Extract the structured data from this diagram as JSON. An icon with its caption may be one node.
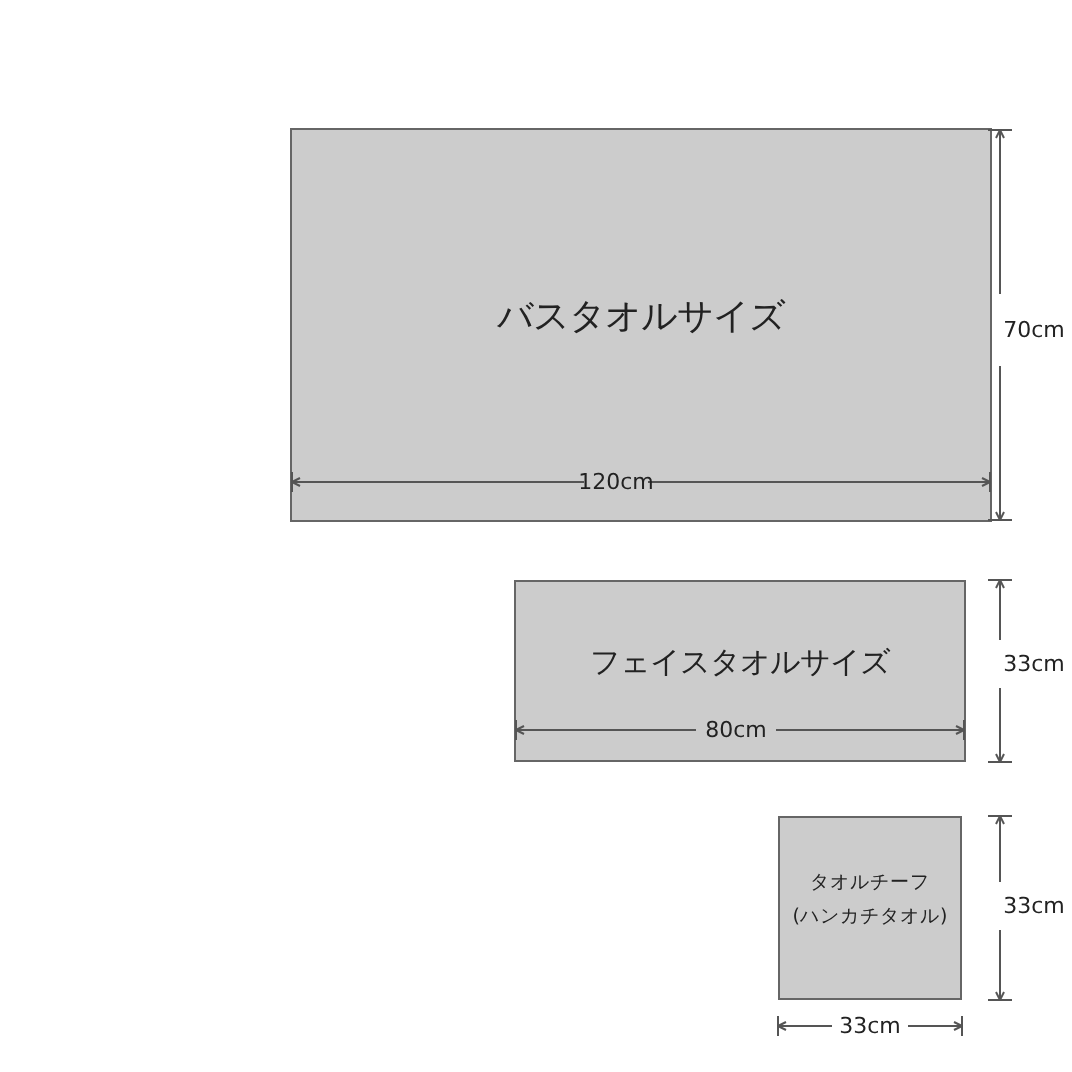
{
  "diagram": {
    "nodes": [
      {
        "text": [
          "バスタオルサイズ"
        ]
      },
      {
        "text": [
          "フェイスタオルサイズ"
        ]
      },
      {
        "text": [
          "タオルチーフ(ハンカチタオル)"
        ]
      }
    ],
    "labels": [
      "70cm",
      "120cm",
      "33cm",
      "80cm",
      "33cm",
      "33cm"
    ]
  }
}
